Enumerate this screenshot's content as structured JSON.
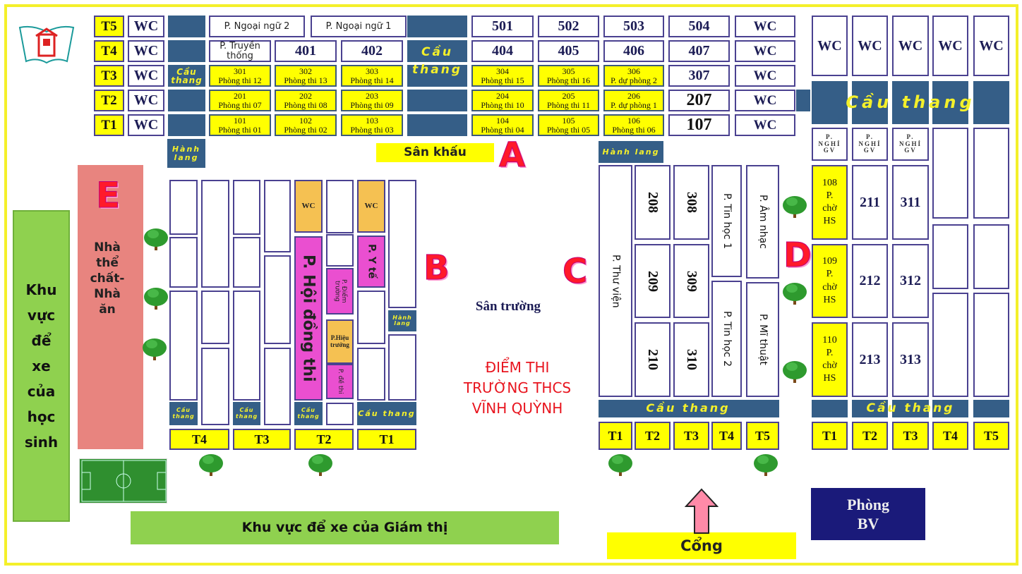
{
  "building_a": {
    "floors": [
      {
        "label": "T5",
        "wc": "WC",
        "rooms": [
          "P. Ngoại ngữ 2",
          "P. Ngoại ngữ 1",
          "501",
          "502",
          "503",
          "504"
        ]
      },
      {
        "label": "T4",
        "wc": "WC",
        "rooms": [
          "P. Truyền thống",
          "401",
          "402",
          "404",
          "405",
          "406",
          "407"
        ]
      },
      {
        "label": "T3",
        "wc": "WC",
        "rooms": [
          {
            "num": "301",
            "use": "Phòng thi 12"
          },
          {
            "num": "302",
            "use": "Phòng thi 13"
          },
          {
            "num": "303",
            "use": "Phòng thi 14"
          },
          {
            "num": "304",
            "use": "Phòng thi 15"
          },
          {
            "num": "305",
            "use": "Phòng thi 16"
          },
          {
            "num": "306",
            "use": "P. dự phòng 2"
          },
          "307"
        ]
      },
      {
        "label": "T2",
        "wc": "WC",
        "rooms": [
          {
            "num": "201",
            "use": "Phòng thi 07"
          },
          {
            "num": "202",
            "use": "Phòng thi 08"
          },
          {
            "num": "203",
            "use": "Phòng thi 09"
          },
          {
            "num": "204",
            "use": "Phòng thi 10"
          },
          {
            "num": "205",
            "use": "Phòng thi 11"
          },
          {
            "num": "206",
            "use": "P. dự phòng 1"
          },
          "207"
        ]
      },
      {
        "label": "T1",
        "wc": "WC",
        "rooms": [
          {
            "num": "101",
            "use": "Phòng thi 01"
          },
          {
            "num": "102",
            "use": "Phòng thi 02"
          },
          {
            "num": "103",
            "use": "Phòng thi 03"
          },
          {
            "num": "104",
            "use": "Phòng thi 04"
          },
          {
            "num": "105",
            "use": "Phòng thi 05"
          },
          {
            "num": "106",
            "use": "Phòng thi 06"
          },
          "107"
        ]
      }
    ],
    "stairs_left": "Cầu thang",
    "stairs_mid_1": "Cầu",
    "stairs_mid_2": "thang",
    "corridor": "Hành lang"
  },
  "building_b": {
    "wc": "WC",
    "council": "P. Hội đồng thi",
    "medical": "P. Y tế",
    "site": "P. Điểm trường",
    "principal": "P.Hiệu trưởng",
    "exam_papers": "P. đề thi",
    "corridor": "Hành lang",
    "stairs": "Cầu thang",
    "floors": [
      "T4",
      "T3",
      "T2",
      "T1"
    ]
  },
  "building_c": {
    "corridor": "Hành lang",
    "library": "P. Thư viện",
    "rooms": [
      "208",
      "209",
      "210",
      "308",
      "309",
      "310"
    ],
    "it1": "P. Tin học 1",
    "it2": "P. Tin học 2",
    "music": "P. Âm nhạc",
    "art": "P. Mĩ thuật",
    "stairs": "Cầu thang",
    "floors": [
      "T1",
      "T2",
      "T3",
      "T4",
      "T5"
    ]
  },
  "building_d": {
    "wc": "WC",
    "stairs": "Cầu thang",
    "teacher_lounge": "P. NGHỈ GV",
    "waiting": [
      {
        "num": "108",
        "use": "P. chờ HS"
      },
      {
        "num": "109",
        "use": "P. chờ HS"
      },
      {
        "num": "110",
        "use": "P. chờ HS"
      }
    ],
    "rooms2": [
      "211",
      "212",
      "213"
    ],
    "rooms3": [
      "311",
      "312",
      "313"
    ],
    "floors": [
      "T1",
      "T2",
      "T3",
      "T4",
      "T5"
    ]
  },
  "markers": {
    "a": "A",
    "b": "B",
    "c": "C",
    "d": "D",
    "e": "E"
  },
  "labels": {
    "stage": "Sân khấu",
    "yard": "Sân trường",
    "title": [
      "ĐIỂM THI",
      "TRƯỜNG THCS",
      "VĨNH QUỲNH"
    ],
    "gym": "Nhà thể chất-Nhà ăn",
    "student_parking": "Khu vực để xe của học sinh",
    "supervisor_parking": "Khu vực để xe của Giám thị",
    "gate": "Cổng",
    "security": "Phòng BV"
  },
  "colors": {
    "stairs": "#355e87",
    "exam_room": "#ffff00",
    "office": "#ea4fd0",
    "wc": "#f5c152",
    "parking": "#8fd14f"
  }
}
